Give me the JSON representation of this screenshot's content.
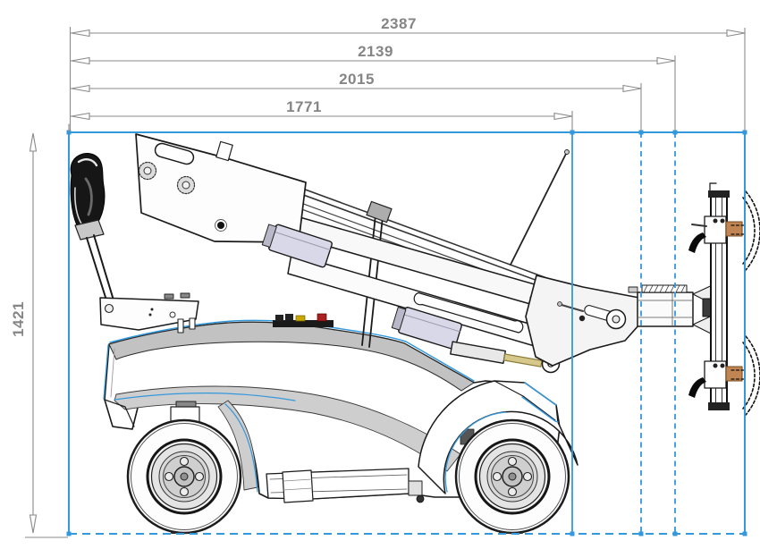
{
  "drawing": {
    "dims_h": [
      {
        "id": "overall-length",
        "label": "2387"
      },
      {
        "id": "length-to-cup-face",
        "label": "2139"
      },
      {
        "id": "length-to-mast",
        "label": "2015"
      },
      {
        "id": "length-to-boom-head",
        "label": "1771"
      }
    ],
    "dims_v": [
      {
        "id": "overall-height",
        "label": "1421"
      }
    ],
    "colors": {
      "construction_blue": "#3498dc",
      "dimension_gray": "#8a8a8a",
      "dimension_text_gray": "#858585",
      "line_black": "#1a1a1a",
      "body_gray": "#c2c2c2",
      "actuator_lavender": "#d8d8e8",
      "piston_gold": "#d6c88a",
      "fitting_copper": "#c08552"
    }
  }
}
